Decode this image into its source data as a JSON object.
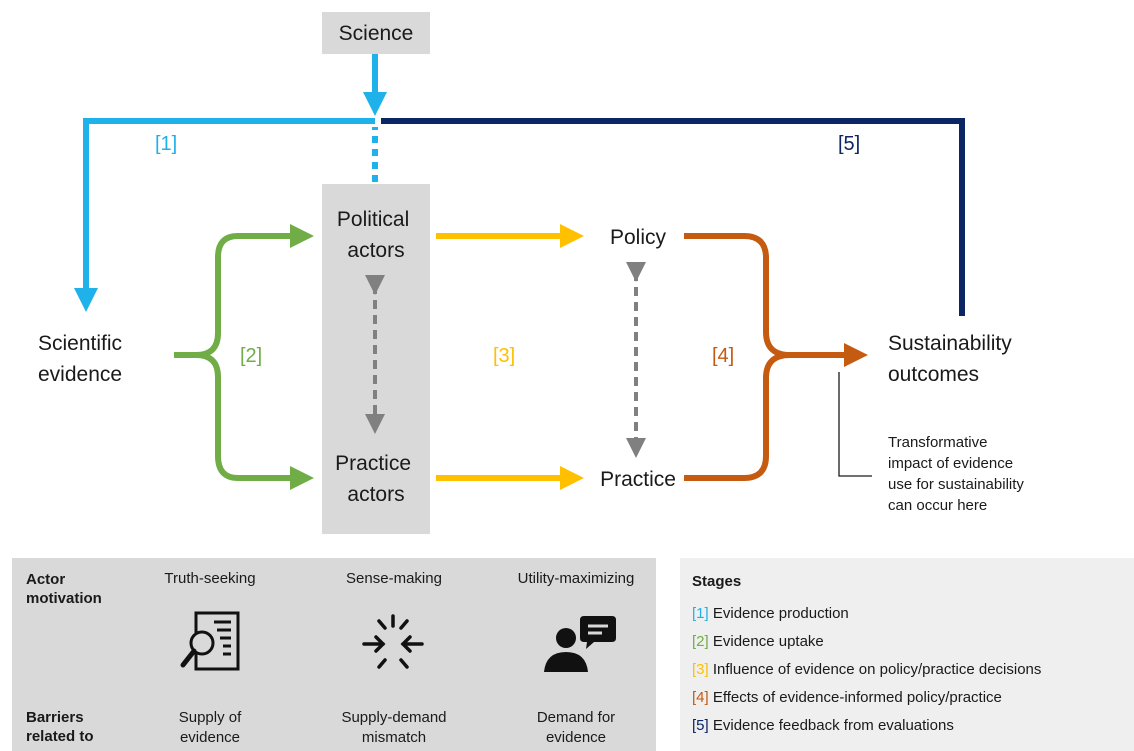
{
  "diagram": {
    "nodes": {
      "science": "Science",
      "scientific_evidence": [
        "Scientific",
        "evidence"
      ],
      "political_actors": [
        "Political",
        "actors"
      ],
      "practice_actors": [
        "Practice",
        "actors"
      ],
      "policy": "Policy",
      "practice": "Practice",
      "sustainability_outcomes": [
        "Sustainability",
        "outcomes"
      ]
    },
    "stage_markers": {
      "s1": "[1]",
      "s2": "[2]",
      "s3": "[3]",
      "s4": "[4]",
      "s5": "[5]"
    },
    "annotation": [
      "Transformative",
      "impact of evidence",
      "use for sustainability",
      "can occur here"
    ],
    "colors": {
      "stage1": "#1eb1ea",
      "stage2": "#70ad47",
      "stage3": "#ffc000",
      "stage4": "#c55a11",
      "stage5": "#0b2565",
      "node_box": "#d9d9d9",
      "dashed": "#808080"
    }
  },
  "motivation_panel": {
    "row1_label": [
      "Actor",
      "motivation"
    ],
    "row2_label": [
      "Barriers",
      "related to"
    ],
    "columns": [
      {
        "header": "Truth-seeking",
        "icon": "document-magnifier-icon",
        "barrier": [
          "Supply of",
          "evidence"
        ]
      },
      {
        "header": "Sense-making",
        "icon": "converging-arrows-icon",
        "barrier": [
          "Supply-demand",
          "mismatch"
        ]
      },
      {
        "header": "Utility-maximizing",
        "icon": "person-speech-bubble-icon",
        "barrier": [
          "Demand for",
          "evidence"
        ]
      }
    ]
  },
  "stages_panel": {
    "title": "Stages",
    "items": [
      {
        "num": "[1]",
        "text": " Evidence production"
      },
      {
        "num": "[2]",
        "text": " Evidence uptake"
      },
      {
        "num": "[3]",
        "text": " Influence of evidence on policy/practice decisions"
      },
      {
        "num": "[4]",
        "text": " Effects of evidence-informed policy/practice"
      },
      {
        "num": "[5]",
        "text": " Evidence feedback from evaluations"
      }
    ]
  }
}
